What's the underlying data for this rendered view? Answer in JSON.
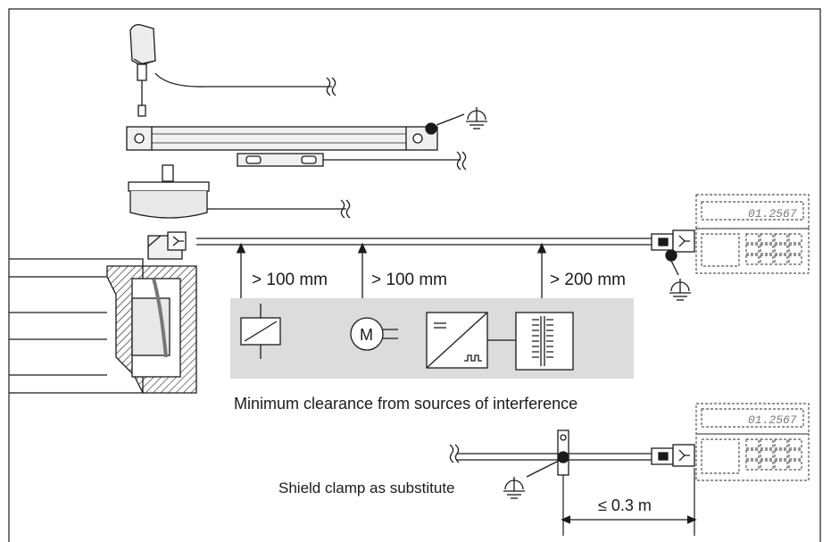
{
  "labels": {
    "clearance_relay": "> 100 mm",
    "clearance_motor": "> 100 mm",
    "clearance_transformer": "> 200 mm",
    "caption": "Minimum clearance from sources of interference",
    "shield_clamp": "Shield clamp as substitute",
    "max_distance": "≤ 0.3 m"
  },
  "display_text": "01.2567",
  "colors": {
    "line": "#1a1a1a",
    "interference_zone": "#dcdcdc",
    "encoder_body": "#e8e8e8",
    "dashed_device": "#555555"
  },
  "icons": [
    "plug-in-power-supply",
    "linear-encoder",
    "rotary-encoder",
    "ground-symbol",
    "relay-icon",
    "motor-icon",
    "frequency-inverter-icon",
    "transformer-icon",
    "shield-clamp-icon",
    "connector-icon",
    "display-unit"
  ]
}
